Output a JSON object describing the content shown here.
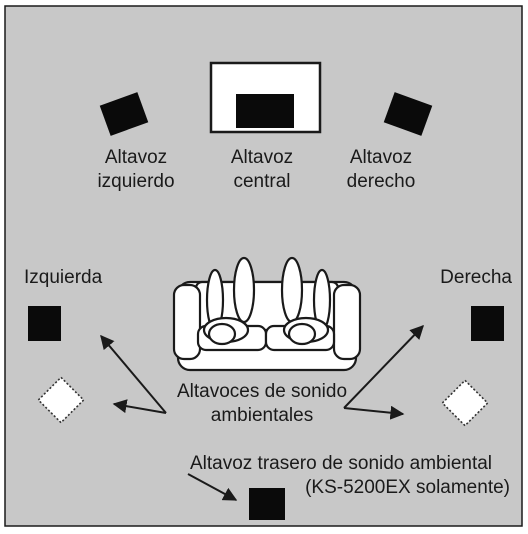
{
  "labels": {
    "front_left_l1": "Altavoz",
    "front_left_l2": "izquierdo",
    "front_center_l1": "Altavoz",
    "front_center_l2": "central",
    "front_right_l1": "Altavoz",
    "front_right_l2": "derecho",
    "side_left": "Izquierda",
    "side_right": "Derecha",
    "surround_l1": "Altavoces de sonido",
    "surround_l2": "ambientales",
    "rear_l1": "Altavoz trasero de sonido ambiental",
    "rear_l2": "(KS-5200EX solamente)"
  },
  "colors": {
    "background": "#c8c8c8",
    "frame": "#1a1a1a",
    "speaker": "#0a0a0a",
    "sofa": "#ffffff",
    "text": "#1a1a1a"
  }
}
